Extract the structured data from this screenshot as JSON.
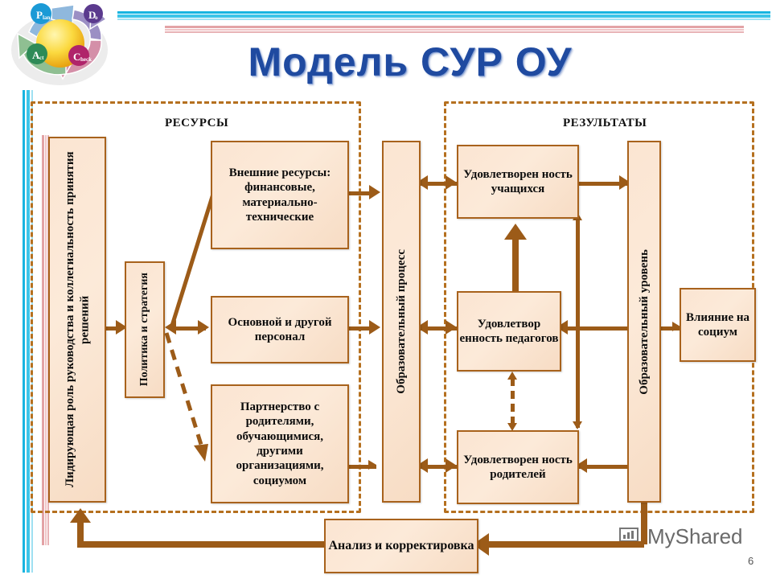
{
  "page": {
    "title": "Модель СУР ОУ",
    "page_number": "6",
    "watermark": "MyShared"
  },
  "logo": {
    "name": "pdca-cycle-logo",
    "segments": [
      {
        "label": "P",
        "sub": "lan",
        "color": "#7fa7d0"
      },
      {
        "label": "D",
        "sub": "o",
        "color": "#9b8fc4"
      },
      {
        "label": "C",
        "sub": "heck",
        "color": "#d48fa8"
      },
      {
        "label": "A",
        "sub": "ct",
        "color": "#8fbf92"
      }
    ],
    "center_color": "#f5d33a"
  },
  "zones": {
    "resources_label": "РЕСУРСЫ",
    "results_label": "РЕЗУЛЬТАТЫ"
  },
  "colors": {
    "box_border": "#a8621c",
    "box_fill": "#fbe5d2",
    "connector": "#9c5b18",
    "zone_border": "#b5701f",
    "title": "#1f4aa0",
    "rule_cyan": "#17b4e0",
    "rule_pink": "#e3a3a6"
  },
  "boxes": {
    "leadership": "Лидирующая роль руководства и коллегиальность принятия решений",
    "policy": "Политика и стратегия",
    "external_resources": "Внешние ресурсы: финансовые, материально-технические",
    "staff": "Основной и другой персонал",
    "partnership": "Партнерство с родителями, обучающимися, другими организациями, социумом",
    "educational_process": "Образовательный процесс",
    "students_satisfaction": "Удовлетворен ность учащихся",
    "teachers_satisfaction": "Удовлетвор енность педагогов",
    "parents_satisfaction": "Удовлетворен ность родителей",
    "educational_level": "Образовательный уровень",
    "society_influence": "Влияние на социум",
    "analysis": "Анализ и корректировка"
  }
}
